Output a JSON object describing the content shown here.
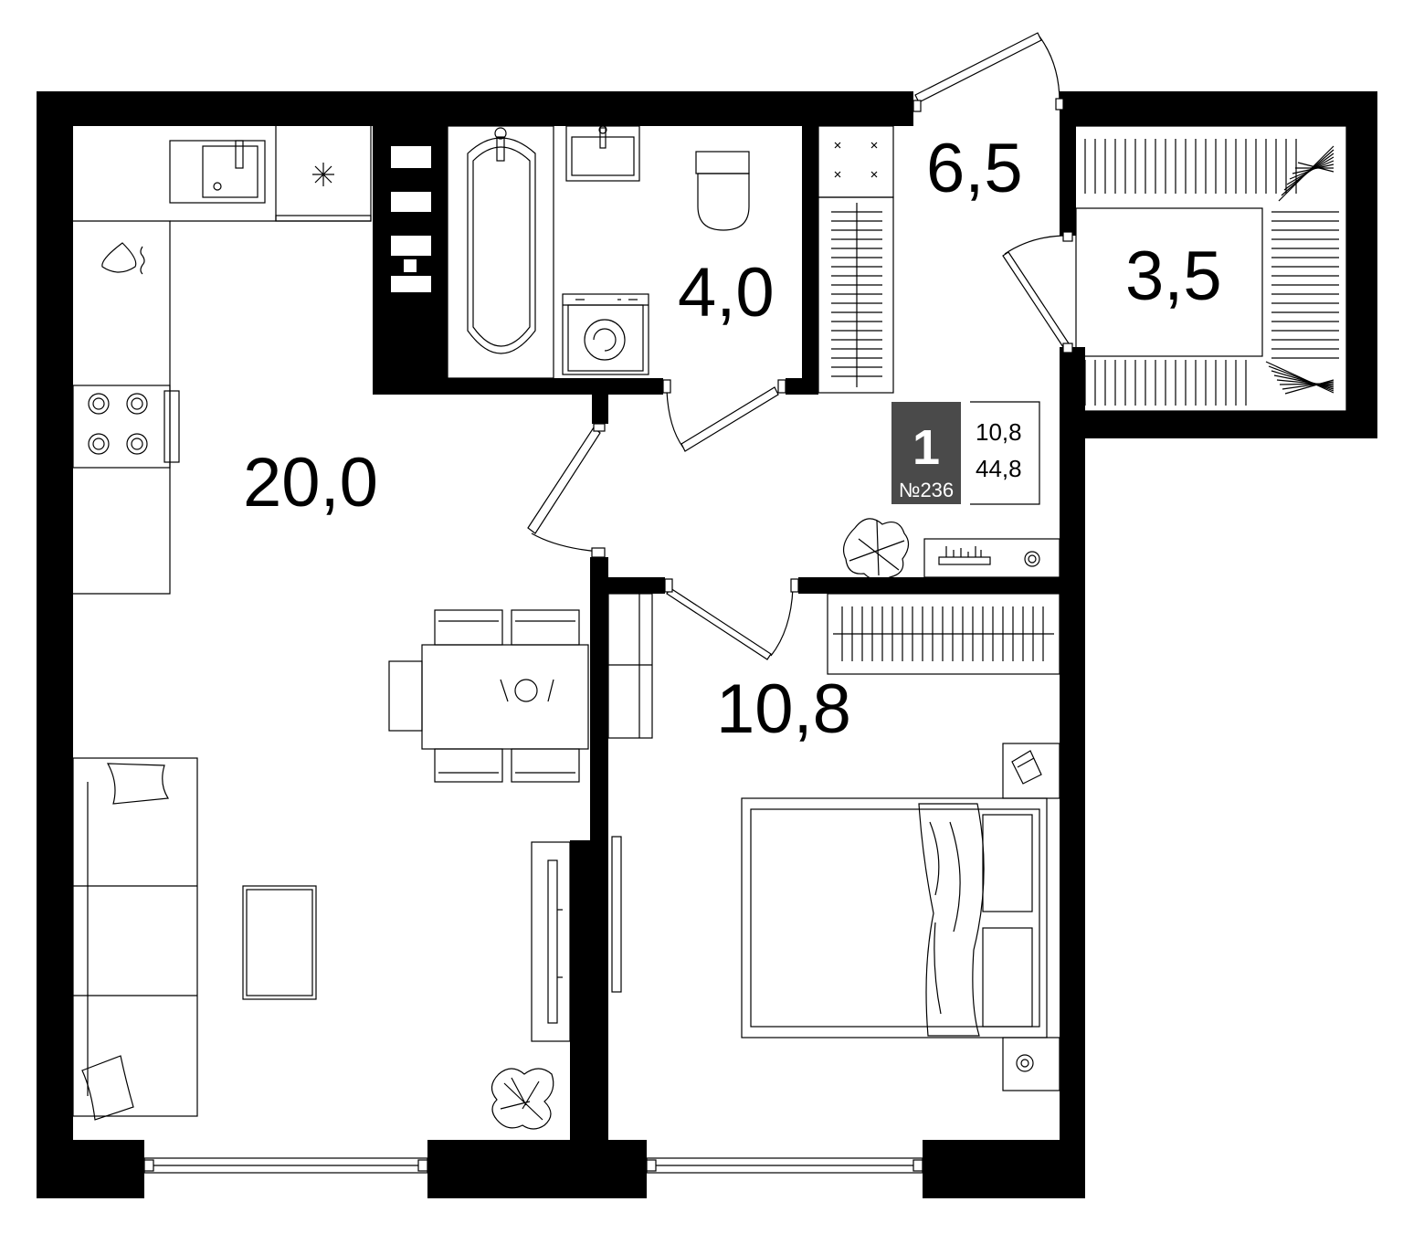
{
  "rooms": {
    "living_kitchen": {
      "area": "20,0"
    },
    "bathroom": {
      "area": "4,0"
    },
    "hallway": {
      "area": "6,5"
    },
    "wardrobe": {
      "area": "3,5"
    },
    "bedroom": {
      "area": "10,8"
    }
  },
  "badge": {
    "rooms_count": "1",
    "apartment_number": "№236",
    "living_area": "10,8",
    "total_area": "44,8"
  },
  "colors": {
    "wall": "#000000",
    "badge_background": "#4a4a4a",
    "background": "#ffffff"
  }
}
